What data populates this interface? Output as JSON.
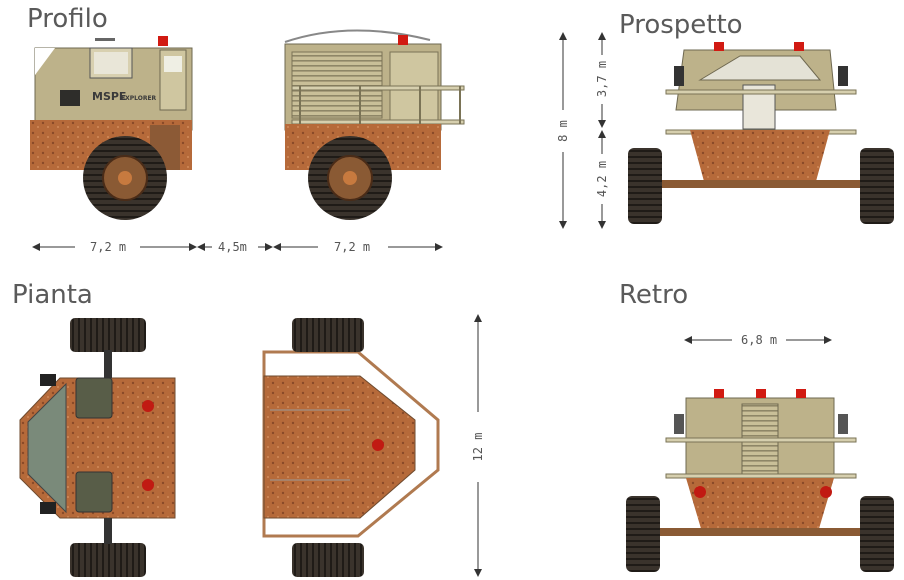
{
  "views": {
    "profilo": "Profilo",
    "prospetto": "Prospetto",
    "pianta": "Pianta",
    "retro": "Retro"
  },
  "vehicle": {
    "brand": "MSPE",
    "model": "EXPLORER"
  },
  "dimensions": {
    "front_length": "7,2 m",
    "gap": "4,5m",
    "rear_length": "7,2 m",
    "total_height": "8 m",
    "upper_height": "3,7 m",
    "lower_height": "4,2 m",
    "plan_length": "12 m",
    "rear_width": "6,8 m"
  },
  "colors": {
    "body_olive": "#bdb28a",
    "body_dark": "#8b8464",
    "rust": "#b66a3a",
    "rust_dark": "#7b4326",
    "tire": "#2f2a24",
    "light_red": "#d11a12"
  }
}
